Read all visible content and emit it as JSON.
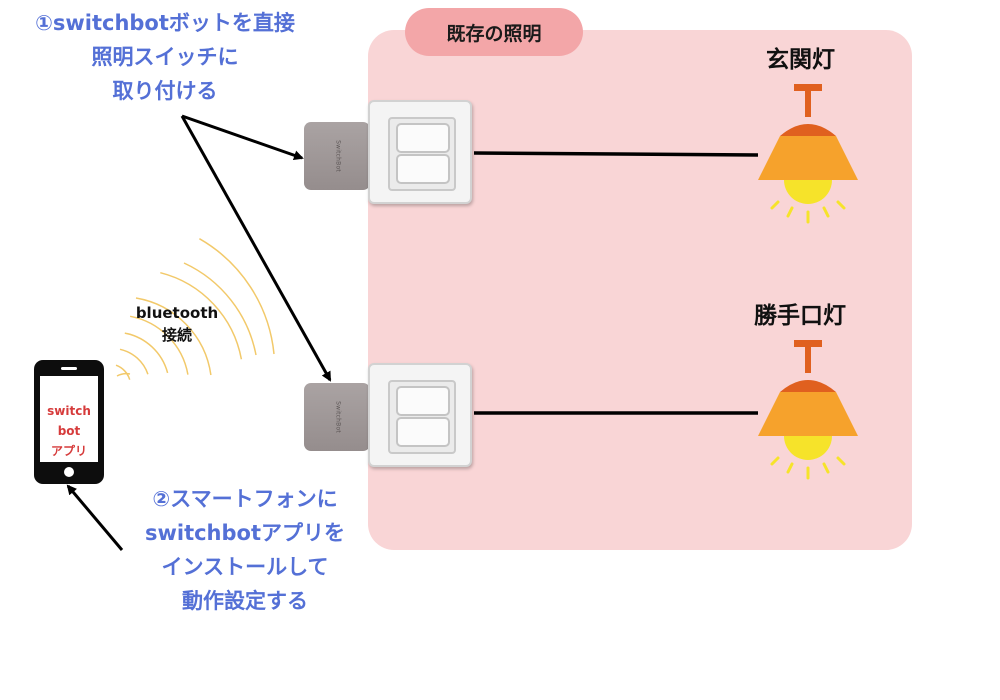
{
  "region": {
    "label": "既存の照明"
  },
  "step1": {
    "lines": [
      "①switchbotボットを直接",
      "照明スイッチに",
      "取り付ける"
    ]
  },
  "step2": {
    "lines": [
      "②スマートフォンに",
      "switchbotアプリを",
      "インストールして",
      "動作設定する"
    ]
  },
  "bluetooth": {
    "lines": [
      "bluetooth",
      "接続"
    ]
  },
  "phone": {
    "lines": [
      "switch",
      "bot",
      "アプリ"
    ]
  },
  "lamps": [
    {
      "label": "玄関灯"
    },
    {
      "label": "勝手口灯"
    }
  ],
  "switchbot": {
    "device_text": "SwitchBot"
  },
  "colors": {
    "region_bg": "#f9d5d6",
    "region_label_bg": "#f3a6a8",
    "text_blue": "#5470d6",
    "app_text_red": "#d63b3b",
    "lamp_shade_top": "#e0601f",
    "lamp_shade": "#f6a22c",
    "bulb": "#f6e32a",
    "signal_arcs": "#f2c96a"
  },
  "icons": [
    "switchbot-device-icon",
    "light-switch-icon",
    "ceiling-lamp-icon",
    "smartphone-icon",
    "signal-waves-icon",
    "arrow-icon"
  ]
}
